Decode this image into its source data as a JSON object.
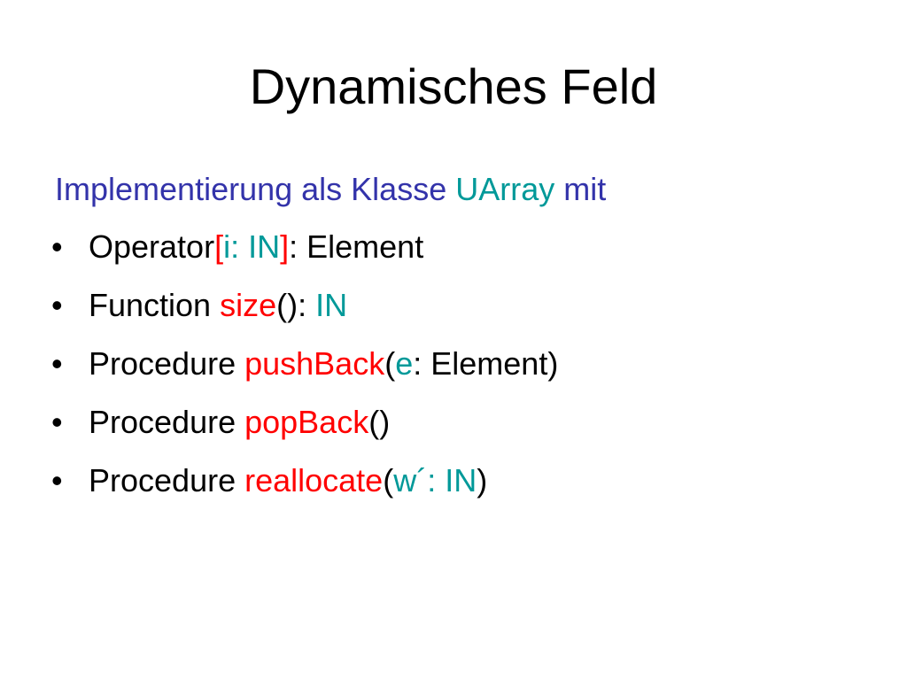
{
  "colors": {
    "text": "#000000",
    "intro": "#3333aa",
    "teal": "#009999",
    "red": "#ff0000"
  },
  "slide": {
    "title": "Dynamisches Feld",
    "intro": {
      "text1": "Implementierung als Klasse ",
      "class_name": "UArray",
      "text2": " mit"
    },
    "bullet_symbol": "•",
    "items": [
      {
        "segments": [
          {
            "text": "Operator",
            "color": "#000000"
          },
          {
            "text": "[",
            "color": "#ff0000"
          },
          {
            "text": "i: IN",
            "color": "#009999"
          },
          {
            "text": "]",
            "color": "#ff0000"
          },
          {
            "text": ": Element",
            "color": "#000000"
          }
        ]
      },
      {
        "segments": [
          {
            "text": "Function ",
            "color": "#000000"
          },
          {
            "text": "size",
            "color": "#ff0000"
          },
          {
            "text": "(): ",
            "color": "#000000"
          },
          {
            "text": "IN",
            "color": "#009999"
          }
        ]
      },
      {
        "segments": [
          {
            "text": "Procedure ",
            "color": "#000000"
          },
          {
            "text": "pushBack",
            "color": "#ff0000"
          },
          {
            "text": "(",
            "color": "#000000"
          },
          {
            "text": "e",
            "color": "#009999"
          },
          {
            "text": ": Element)",
            "color": "#000000"
          }
        ]
      },
      {
        "segments": [
          {
            "text": "Procedure ",
            "color": "#000000"
          },
          {
            "text": "popBack",
            "color": "#ff0000"
          },
          {
            "text": "()",
            "color": "#000000"
          }
        ]
      },
      {
        "segments": [
          {
            "text": "Procedure ",
            "color": "#000000"
          },
          {
            "text": "reallocate",
            "color": "#ff0000"
          },
          {
            "text": "(",
            "color": "#000000"
          },
          {
            "text": "w´: IN",
            "color": "#009999"
          },
          {
            "text": ")",
            "color": "#000000"
          }
        ]
      }
    ]
  }
}
